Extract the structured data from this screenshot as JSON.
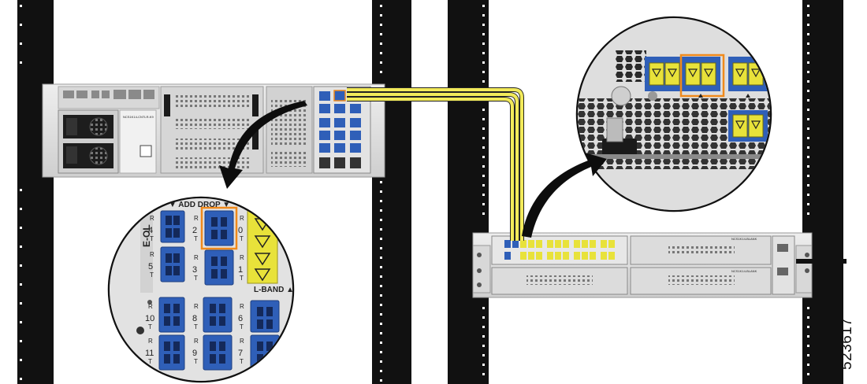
{
  "figure_id": "523617",
  "zoom_left": {
    "label_add_drop": "▼ ADD DROP ▼",
    "label_lband": "L-BAND ▲",
    "label_eol": "E-OL",
    "ports": {
      "p4": "4",
      "p5": "5",
      "p2": "2",
      "p3": "3",
      "p0": "0",
      "p1": "1",
      "p10": "10",
      "p11": "11",
      "p8": "8",
      "p9": "9",
      "p6": "6",
      "p7": "7"
    },
    "r": "R",
    "t": "T"
  },
  "chassis_left": {
    "model_label": "NCS1K14-CNTLR-K9"
  },
  "chassis_right": {
    "blank_label": "NCS1K14-BLANK"
  },
  "colors": {
    "fiber": "#f2ea5a",
    "port_blue": "#2f5fb8",
    "port_yellow": "#e8e23a",
    "highlight": "#f08a1c",
    "rail": "#111111",
    "arrow": "#0d0d0d"
  }
}
